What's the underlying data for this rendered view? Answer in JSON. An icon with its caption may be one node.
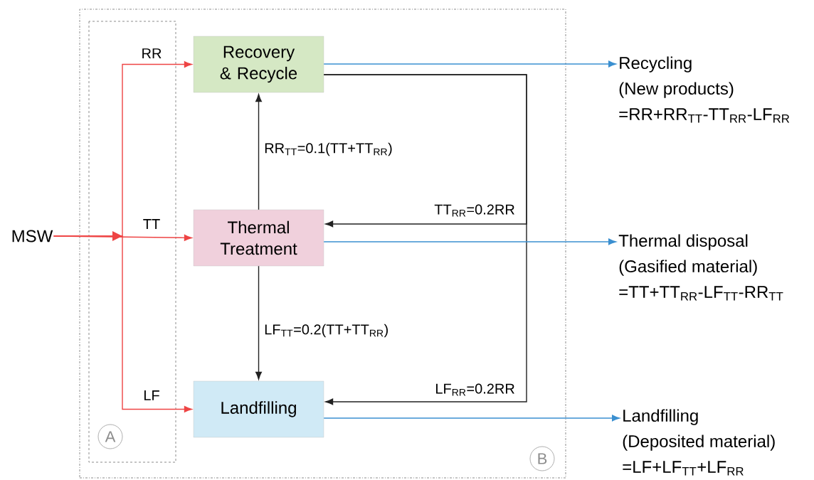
{
  "diagram": {
    "nodes": [
      {
        "text": [
          "B"
        ]
      },
      {
        "text": [
          "Recovery & Recycle"
        ],
        "in": 0
      },
      {
        "text": [
          "Thermal Treatment"
        ],
        "in": 0
      },
      {
        "text": [
          "Landfilling"
        ],
        "in": 0
      },
      {
        "text": [
          "MSW"
        ]
      },
      {
        "text": [
          "Recycling",
          "(New products)",
          "=RR+RR$_{TT}$-TT$_{RR}$-LF$_{RR}$"
        ]
      },
      {
        "text": [
          "Thermal disposal",
          "(Gasified material)",
          "=TT+TT$_{RR}$-LF$_{TT}$-RR$_{TT}$"
        ]
      },
      {
        "text": [
          "Landfilling",
          "(Deposited material)",
          "=LF+LF$_{TT}$+LF$_{RR}$"
        ]
      }
    ],
    "edges": [
      {
        "from": 4,
        "to": 1,
        "arrow": "to",
        "label": "RR",
        "color": "#ee4444"
      },
      {
        "from": 4,
        "to": 2,
        "arrow": "to",
        "label": "TT",
        "color": "#ee4444"
      },
      {
        "from": 4,
        "to": 3,
        "arrow": "to",
        "label": "LF",
        "color": "#ee4444"
      },
      {
        "from": 2,
        "to": 1,
        "arrow": "to",
        "label": "RR$_{TT}$=0.1(TT+TT$_{RR}$)"
      },
      {
        "from": 2,
        "to": 3,
        "arrow": "to",
        "label": "LF$_{TT}$=0.2(TT+TT$_{RR}$)"
      },
      {
        "from": 1,
        "to": 2,
        "arrow": "to",
        "label": "TT$_{RR}$=0.2RR"
      },
      {
        "from": 1,
        "to": 3,
        "arrow": "to",
        "label": "LF$_{RR}$=0.2RR"
      },
      {
        "from": 1,
        "to": 5,
        "arrow": "to",
        "color": "#3a8fd0"
      },
      {
        "from": 2,
        "to": 6,
        "arrow": "to",
        "color": "#3a8fd0"
      },
      {
        "from": 3,
        "to": 7,
        "arrow": "to",
        "color": "#3a8fd0"
      }
    ],
    "labels": [
      "A"
    ]
  }
}
